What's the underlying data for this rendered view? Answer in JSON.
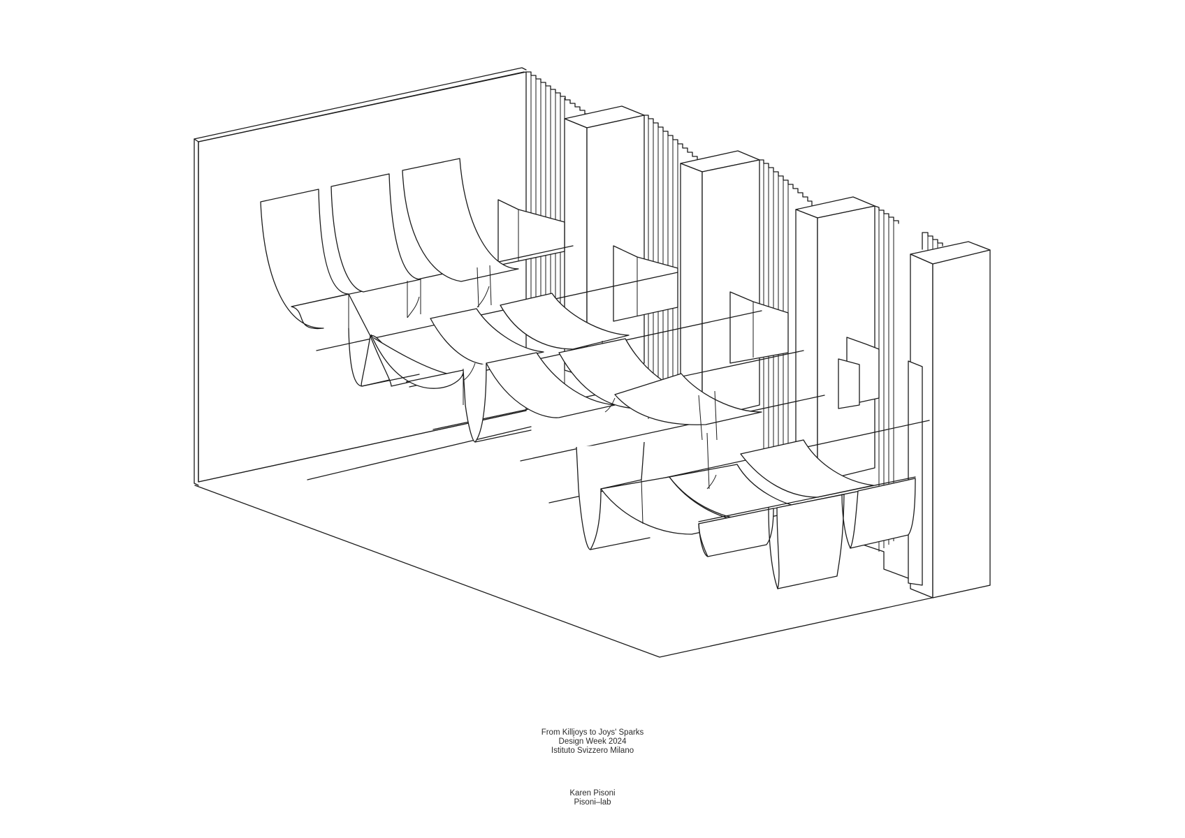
{
  "drawing": {
    "type": "axonometric architectural drawing",
    "subject": "exhibition installation with hanging curved panels, rails, columns and fin walls"
  },
  "caption": {
    "project": {
      "title": "From Killjoys to Joys' Sparks",
      "event": "Design Week 2024",
      "venue": "Istituto Svizzero Milano"
    },
    "credits": {
      "author": "Karen Pisoni",
      "studio": "Pisoni–lab"
    }
  },
  "colors": {
    "background": "#ffffff",
    "line": "#1a1a1a",
    "text": "#2a2a2a"
  }
}
